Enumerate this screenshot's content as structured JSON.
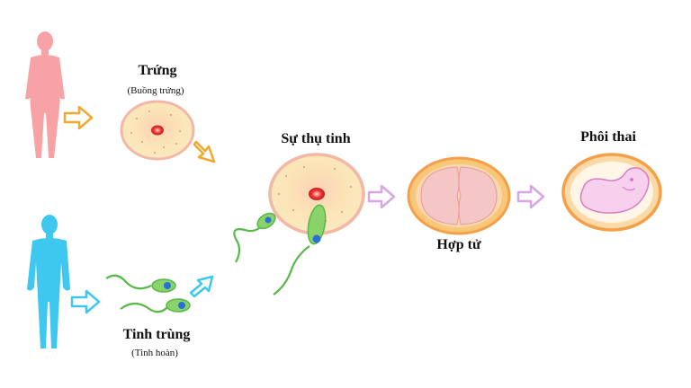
{
  "labels": {
    "egg": "Trứng",
    "egg_source": "(Buồng trứng)",
    "sperm": "Tinh trùng",
    "sperm_source": "(Tinh hoàn)",
    "fertilization": "Sự thụ tinh",
    "zygote": "Hợp tử",
    "embryo": "Phôi thai"
  },
  "colors": {
    "female": "#f7a3a6",
    "male": "#3ec8f0",
    "egg_fill": "#fbe7b8",
    "egg_border": "#f3b7a6",
    "nucleus": "#e8322e",
    "sperm_tail": "#58b848",
    "sperm_head": "#8ad26a",
    "sperm_nucleus": "#2a6fd6",
    "arrow_female": "#f0a830",
    "arrow_male": "#3ec8f0",
    "arrow_process": "#d8a6e6",
    "zygote_fill": "#f4c6c6",
    "embryo_fill": "#f7d0ee"
  },
  "icons": [
    "female-figure-icon",
    "male-figure-icon",
    "egg-cell-icon",
    "sperm-cell-icon",
    "zygote-icon",
    "embryo-icon"
  ]
}
